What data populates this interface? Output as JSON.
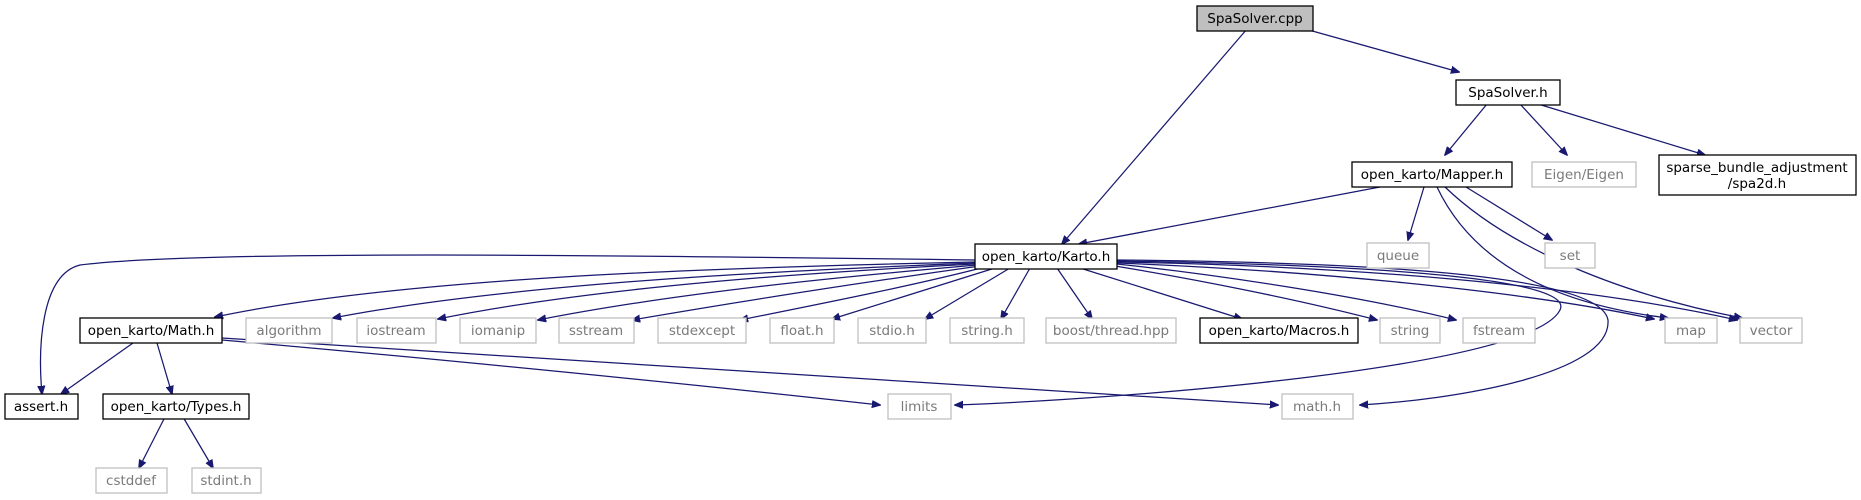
{
  "graph": {
    "edge_color": "#191970",
    "nodes": {
      "spasolver_cpp": {
        "label": "SpaSolver.cpp",
        "kind": "root",
        "fill": "#bfbfbf"
      },
      "spasolver_h": {
        "label": "SpaSolver.h",
        "kind": "doc"
      },
      "mapper_h": {
        "label": "open_karto/Mapper.h",
        "kind": "doc"
      },
      "eigen": {
        "label": "Eigen/Eigen",
        "kind": "sys"
      },
      "spa2d": {
        "label1": "sparse_bundle_adjustment",
        "label2": "/spa2d.h",
        "kind": "doc"
      },
      "karto_h": {
        "label": "open_karto/Karto.h",
        "kind": "doc"
      },
      "queue": {
        "label": "queue",
        "kind": "sys"
      },
      "set": {
        "label": "set",
        "kind": "sys"
      },
      "math_h_karto": {
        "label": "open_karto/Math.h",
        "kind": "doc"
      },
      "algorithm": {
        "label": "algorithm",
        "kind": "sys"
      },
      "iostream": {
        "label": "iostream",
        "kind": "sys"
      },
      "iomanip": {
        "label": "iomanip",
        "kind": "sys"
      },
      "sstream": {
        "label": "sstream",
        "kind": "sys"
      },
      "stdexcept": {
        "label": "stdexcept",
        "kind": "sys"
      },
      "float_h": {
        "label": "float.h",
        "kind": "sys"
      },
      "stdio_h": {
        "label": "stdio.h",
        "kind": "sys"
      },
      "string_h": {
        "label": "string.h",
        "kind": "sys"
      },
      "boost_thread": {
        "label": "boost/thread.hpp",
        "kind": "sys"
      },
      "macros_h": {
        "label": "open_karto/Macros.h",
        "kind": "doc"
      },
      "string": {
        "label": "string",
        "kind": "sys"
      },
      "fstream": {
        "label": "fstream",
        "kind": "sys"
      },
      "map": {
        "label": "map",
        "kind": "sys"
      },
      "vector": {
        "label": "vector",
        "kind": "sys"
      },
      "assert_h": {
        "label": "assert.h",
        "kind": "doc"
      },
      "types_h": {
        "label": "open_karto/Types.h",
        "kind": "doc"
      },
      "limits": {
        "label": "limits",
        "kind": "sys"
      },
      "math_h": {
        "label": "math.h",
        "kind": "sys"
      },
      "cstddef": {
        "label": "cstddef",
        "kind": "sys"
      },
      "stdint_h": {
        "label": "stdint.h",
        "kind": "sys"
      }
    }
  }
}
